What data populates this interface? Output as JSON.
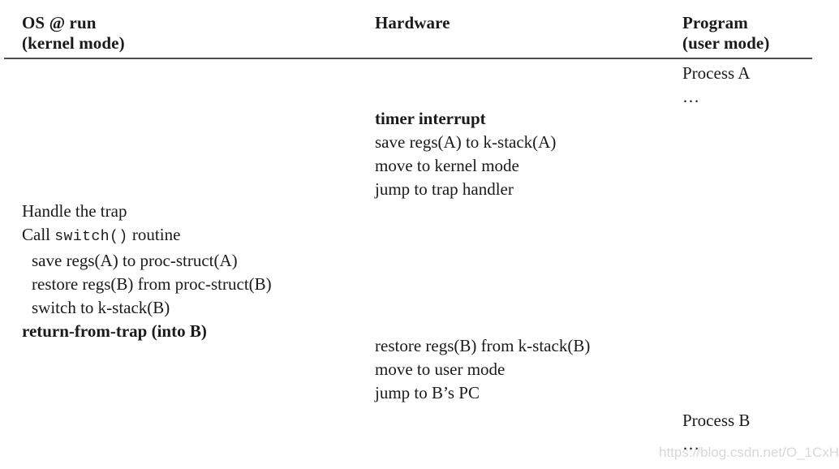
{
  "figure": {
    "columns": [
      {
        "key": "os",
        "title": "OS @ run\n(kernel mode)"
      },
      {
        "key": "hardware",
        "title": "Hardware"
      },
      {
        "key": "program",
        "title": "Program\n(user mode)"
      }
    ],
    "rule_color": "#4d4d4d",
    "program_process_a": {
      "line1": "Process A",
      "line2": "…"
    },
    "hardware_top": {
      "line1": "timer interrupt",
      "line2": "save regs(A) to k-stack(A)",
      "line3": "move to kernel mode",
      "line4": "jump to trap handler"
    },
    "os_block": {
      "line1": "Handle the trap",
      "line2_prefix": "Call ",
      "line2_code": "switch()",
      "line2_suffix": " routine",
      "line3": "save regs(A) to proc-struct(A)",
      "line4": "restore regs(B) from proc-struct(B)",
      "line5": "switch to k-stack(B)",
      "line6": "return-from-trap (into B)"
    },
    "hardware_bottom": {
      "line1": "restore regs(B) from k-stack(B)",
      "line2": "move to user mode",
      "line3": "jump to B’s PC"
    },
    "program_process_b": {
      "line1": "Process B",
      "line2": "…"
    },
    "watermark": {
      "text": "https://blog.csdn.net/O_1CxH",
      "color": "#d8d8d8"
    }
  }
}
